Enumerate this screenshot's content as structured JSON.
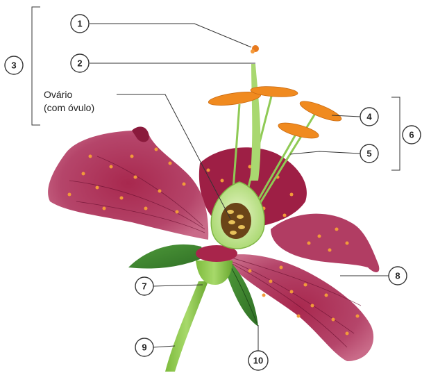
{
  "diagram": {
    "labels": {
      "ovario_line1": "Ovário",
      "ovario_line2": "(com óvulo)"
    },
    "numbers": {
      "n1": "1",
      "n2": "2",
      "n3": "3",
      "n4": "4",
      "n5": "5",
      "n6": "6",
      "n7": "7",
      "n8": "8",
      "n9": "9",
      "n10": "10"
    }
  }
}
